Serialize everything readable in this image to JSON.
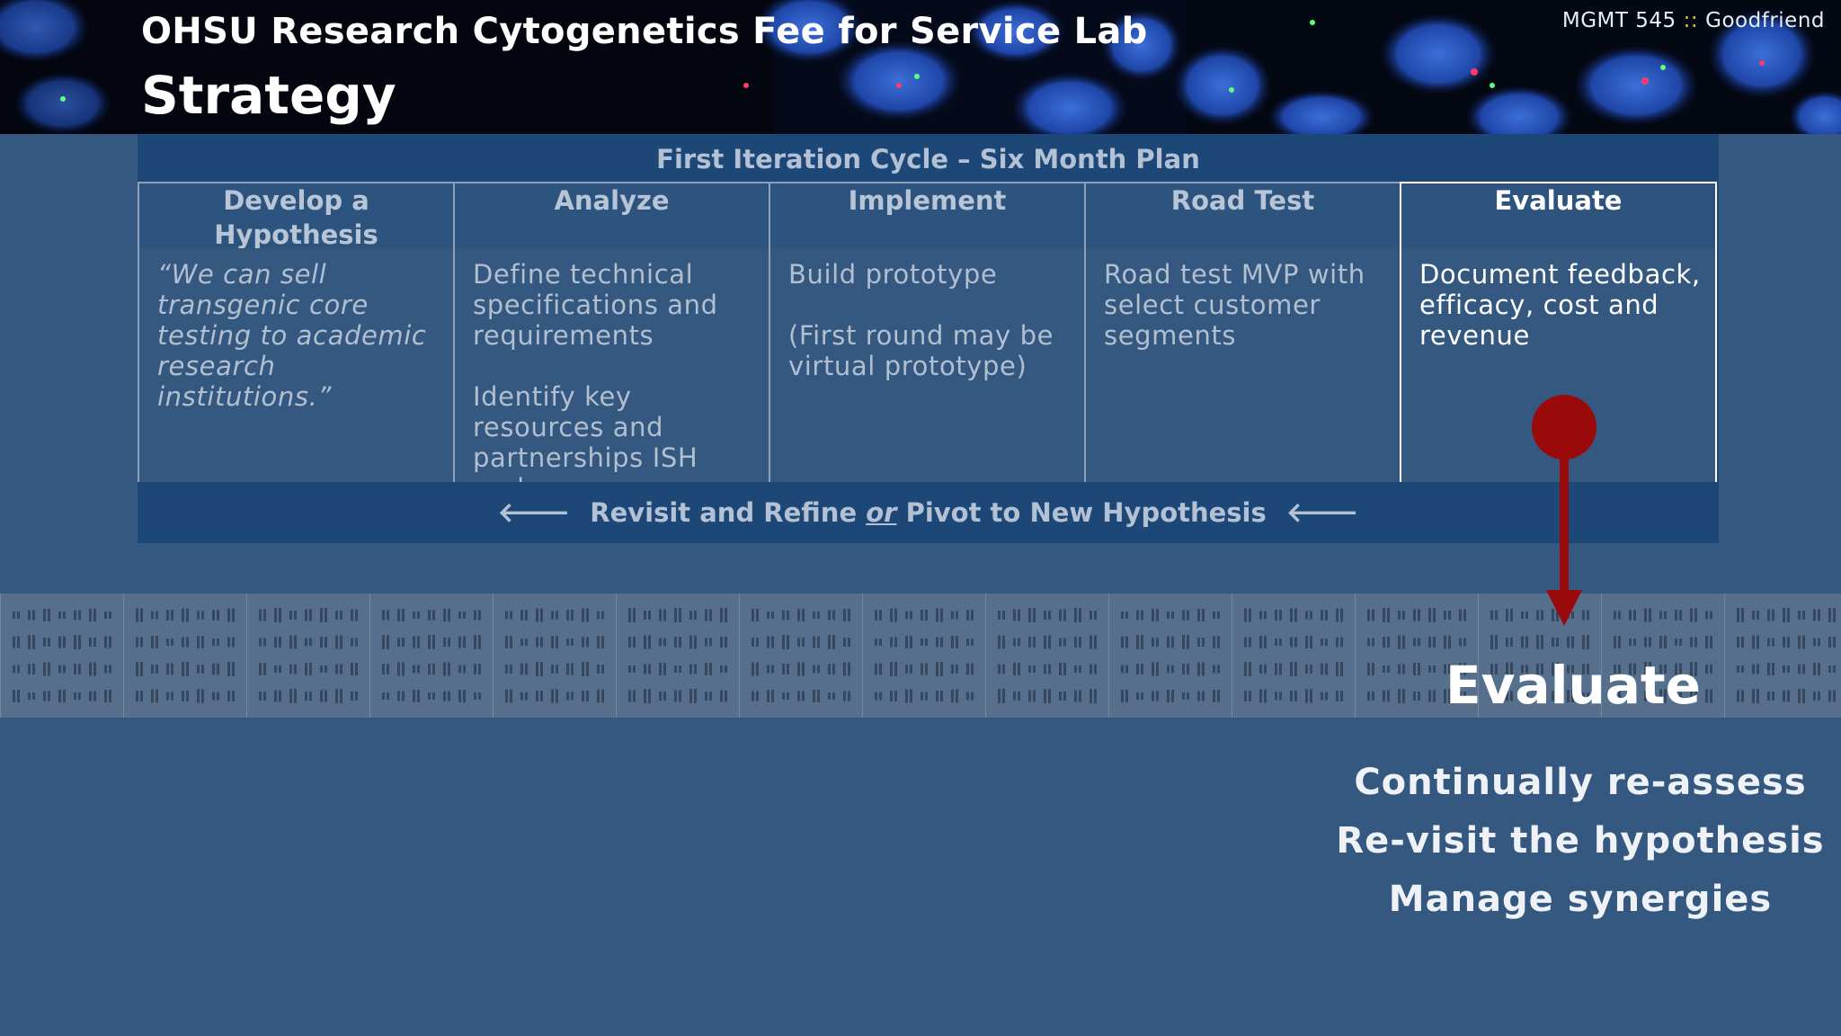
{
  "header": {
    "subtitle": "OHSU Research Cytogenetics Fee for Service Lab",
    "title": "Strategy",
    "course": "MGMT 545",
    "separator": "::",
    "instructor": "Goodfriend"
  },
  "plan": {
    "title": "First Iteration Cycle – Six Month Plan",
    "columns": [
      {
        "heading": "Develop a Hypothesis",
        "body": [
          "“We can sell transgenic core testing to academic research institutions.”"
        ]
      },
      {
        "heading": "Analyze",
        "body": [
          "Define technical specifications and requirements",
          "Identify key resources and partnerships ISH probes"
        ]
      },
      {
        "heading": "Implement",
        "body": [
          "Build prototype",
          "(First round may be virtual prototype)"
        ]
      },
      {
        "heading": "Road Test",
        "body": [
          "Road test MVP with select customer segments"
        ]
      },
      {
        "heading": "Evaluate",
        "body": [
          "Document feedback, efficacy, cost and revenue"
        ]
      }
    ],
    "footer": {
      "left_arrow": "🡐",
      "part1": "Revisit and Refine",
      "or": "or",
      "part2": "Pivot to New Hypothesis",
      "right_arrow": "🡐"
    }
  },
  "focus": {
    "heading": "Evaluate",
    "bullets": [
      "Continually re-assess",
      "Re-visit  the hypothesis",
      "Manage synergies"
    ]
  },
  "colors": {
    "background": "#34587f",
    "table_band": "#1d4777",
    "marker": "#9a0a0a"
  }
}
